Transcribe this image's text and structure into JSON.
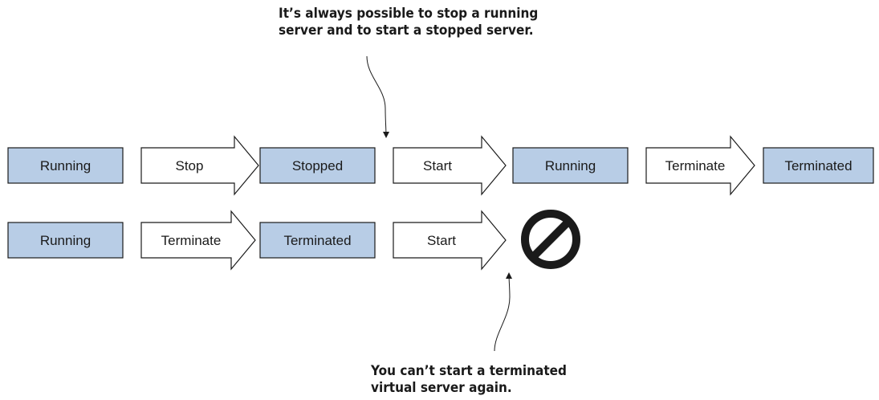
{
  "annotations": {
    "top": {
      "lines": [
        "It’s always possible to stop a running",
        "server and to start a stopped server."
      ]
    },
    "bottom": {
      "lines": [
        "You can’t start a terminated",
        "virtual server again."
      ]
    }
  },
  "colors": {
    "state_fill": "#b8cde6",
    "action_fill": "#ffffff",
    "stroke": "#1a1a1a"
  },
  "rows": [
    {
      "states": [
        "Running",
        "Stopped",
        "Running",
        "Terminated"
      ],
      "actions": [
        "Stop",
        "Start",
        "Terminate"
      ]
    },
    {
      "states": [
        "Running",
        "Terminated"
      ],
      "actions": [
        "Terminate",
        "Start"
      ],
      "end_icon": "prohibited-icon"
    }
  ]
}
